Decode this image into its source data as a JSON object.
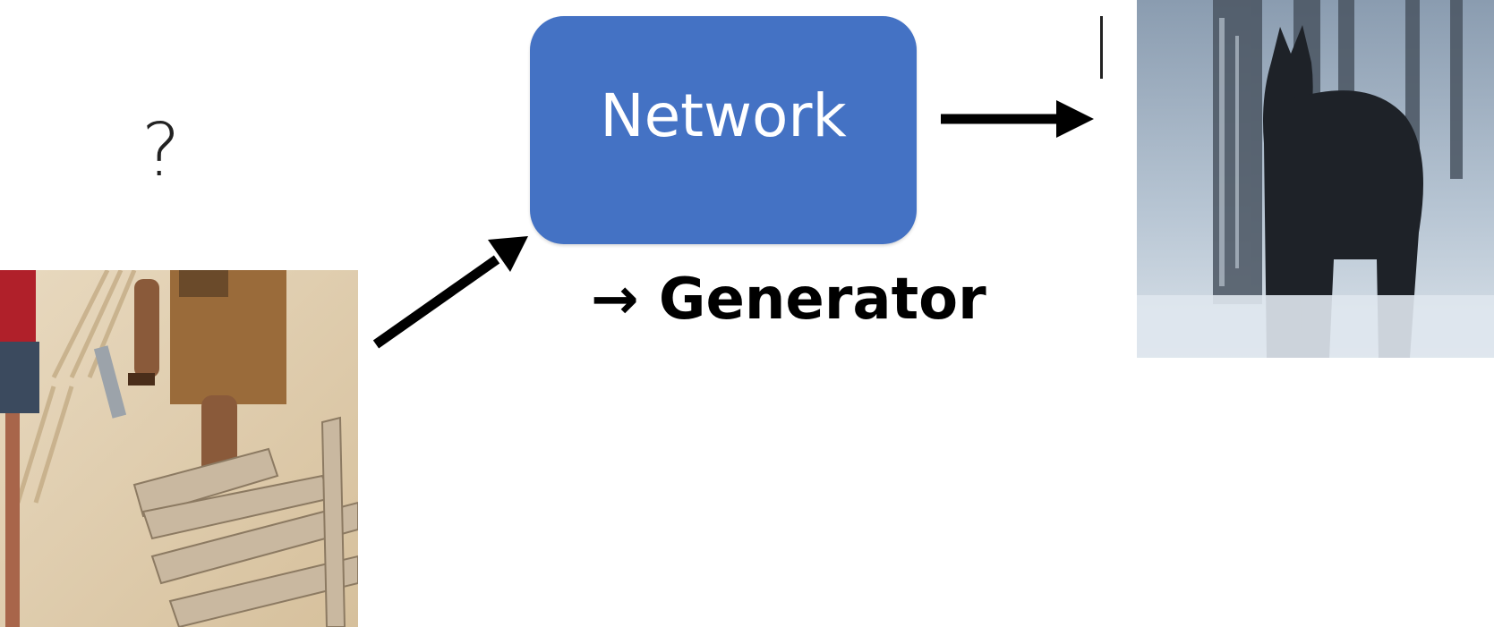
{
  "diagram": {
    "question_mark": "?",
    "network_box": {
      "label": "Network",
      "fill_color": "#4472c4",
      "text_color": "#ffffff"
    },
    "generator_label": "→ Generator",
    "input_image": {
      "icon": "input-photo-hammer-on-sand"
    },
    "output_image": {
      "icon": "output-photo-horse-in-snowy-forest"
    },
    "arrow_color": "#000000"
  }
}
